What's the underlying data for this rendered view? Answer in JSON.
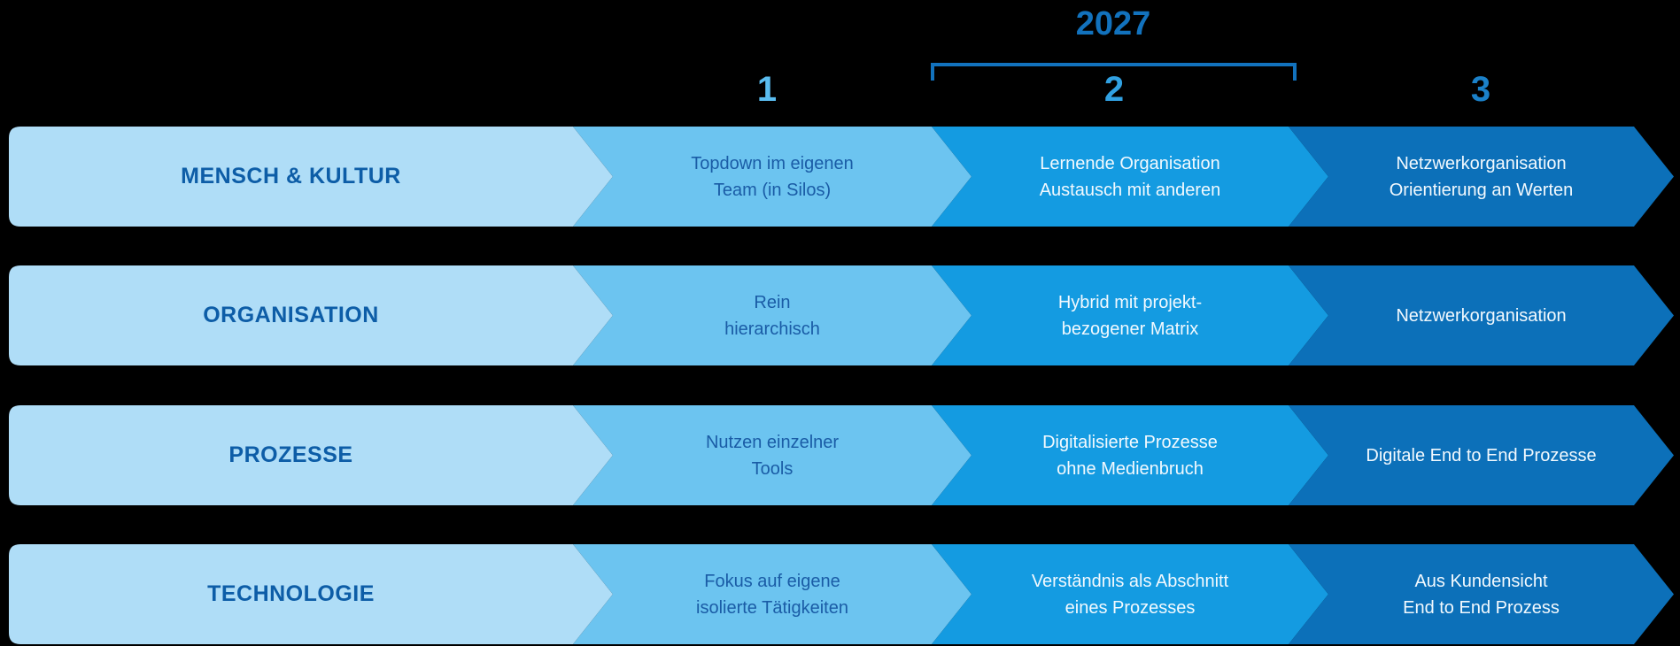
{
  "palette": {
    "bg": "#000000",
    "seg1": "#AFDDF7",
    "seg2": "#6CC4F0",
    "seg3": "#149BE1",
    "seg4": "#0C70B9",
    "label-text": "#0D5DA7",
    "cell-dark-text": "#1A5CA6",
    "cell-light-text": "#F2F9FE",
    "year-text": "#1272BD",
    "bracket": "#1272BD",
    "num1": "#5ABCEF",
    "num2": "#31A1E2",
    "num3": "#1B81C9"
  },
  "header": {
    "year": "2027",
    "stage_numbers": [
      "1",
      "2",
      "3"
    ]
  },
  "rows": [
    {
      "label": "MENSCH & KULTUR",
      "cells": [
        {
          "line1": "Topdown im eigenen",
          "line2": "Team (in Silos)"
        },
        {
          "line1": "Lernende Organisation",
          "line2": "Austausch mit anderen"
        },
        {
          "line1": "Netzwerkorganisation",
          "line2": "Orientierung an Werten"
        }
      ]
    },
    {
      "label": "ORGANISATION",
      "cells": [
        {
          "line1": "Rein",
          "line2": "hierarchisch"
        },
        {
          "line1": "Hybrid mit projekt-",
          "line2": "bezogener Matrix"
        },
        {
          "line1": "Netzwerkorganisation",
          "line2": ""
        }
      ]
    },
    {
      "label": "PROZESSE",
      "cells": [
        {
          "line1": "Nutzen einzelner",
          "line2": "Tools"
        },
        {
          "line1": "Digitalisierte Prozesse",
          "line2": "ohne Medienbruch"
        },
        {
          "line1": "Digitale End to End Prozesse",
          "line2": ""
        }
      ]
    },
    {
      "label": "TECHNOLOGIE",
      "cells": [
        {
          "line1": "Fokus auf eigene",
          "line2": "isolierte Tätigkeiten"
        },
        {
          "line1": "Verständnis als Abschnitt",
          "line2": "eines Prozesses"
        },
        {
          "line1": "Aus Kundensicht",
          "line2": "End to End Prozess"
        }
      ]
    }
  ]
}
